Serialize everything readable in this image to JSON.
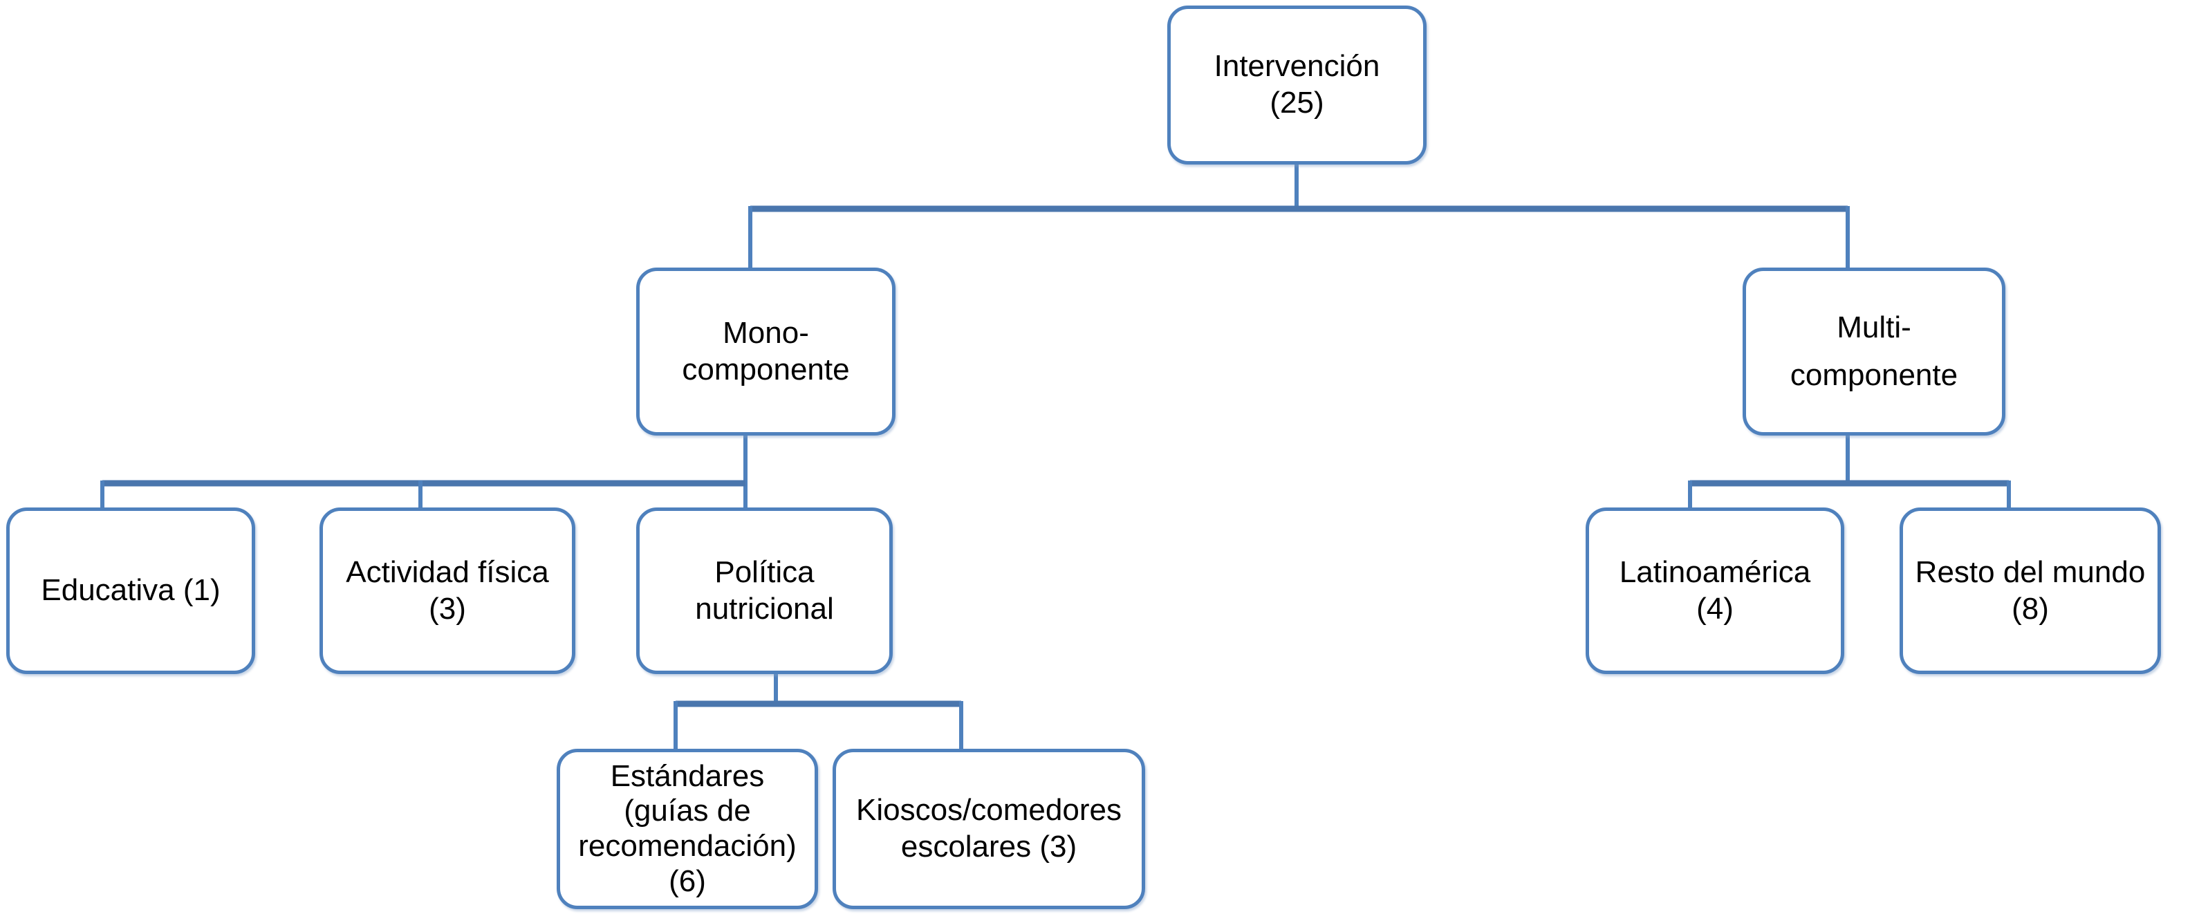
{
  "diagram": {
    "type": "tree",
    "language": "es",
    "background": "#ffffff",
    "accent_color": "#4f81bd",
    "connector_color": "#4f81bd",
    "text_color": "#000000",
    "nodes": {
      "intervencion": {
        "label": "Intervención (25)",
        "count": 25,
        "lines": [
          "Intervención",
          "(25)"
        ]
      },
      "mono": {
        "label": "Mono-componente",
        "lines": [
          "Mono-",
          "componente"
        ]
      },
      "multi": {
        "label": "Multi-componente",
        "lines": [
          "Multi-",
          "componente"
        ]
      },
      "educativa": {
        "label": "Educativa (1)",
        "count": 1,
        "lines": [
          "Educativa (1)"
        ]
      },
      "actividad": {
        "label": "Actividad física (3)",
        "count": 3,
        "lines": [
          "Actividad física",
          "(3)"
        ]
      },
      "politica": {
        "label": "Política nutricional",
        "lines": [
          "Política",
          "nutricional"
        ]
      },
      "estandares": {
        "label": "Estándares (guías de recomendación) (6)",
        "count": 6,
        "lines": [
          "Estándares",
          "(guías de",
          "recomendación)",
          "(6)"
        ]
      },
      "kioscos": {
        "label": "Kioscos/comedores escolares (3)",
        "count": 3,
        "lines": [
          "Kioscos/comedores",
          "escolares (3)"
        ]
      },
      "latinoamerica": {
        "label": "Latinoamérica (4)",
        "count": 4,
        "lines": [
          "Latinoamérica",
          "(4)"
        ]
      },
      "resto": {
        "label": "Resto del mundo (8)",
        "count": 8,
        "lines": [
          "Resto del mundo",
          "(8)"
        ]
      }
    },
    "edges": [
      [
        "Intervención (25)",
        "Mono-componente"
      ],
      [
        "Intervención (25)",
        "Multi-componente"
      ],
      [
        "Mono-componente",
        "Educativa (1)"
      ],
      [
        "Mono-componente",
        "Actividad física (3)"
      ],
      [
        "Mono-componente",
        "Política nutricional"
      ],
      [
        "Política nutricional",
        "Estándares (guías de recomendación) (6)"
      ],
      [
        "Política nutricional",
        "Kioscos/comedores escolares (3)"
      ],
      [
        "Multi-componente",
        "Latinoamérica (4)"
      ],
      [
        "Multi-componente",
        "Resto del mundo (8)"
      ]
    ]
  }
}
